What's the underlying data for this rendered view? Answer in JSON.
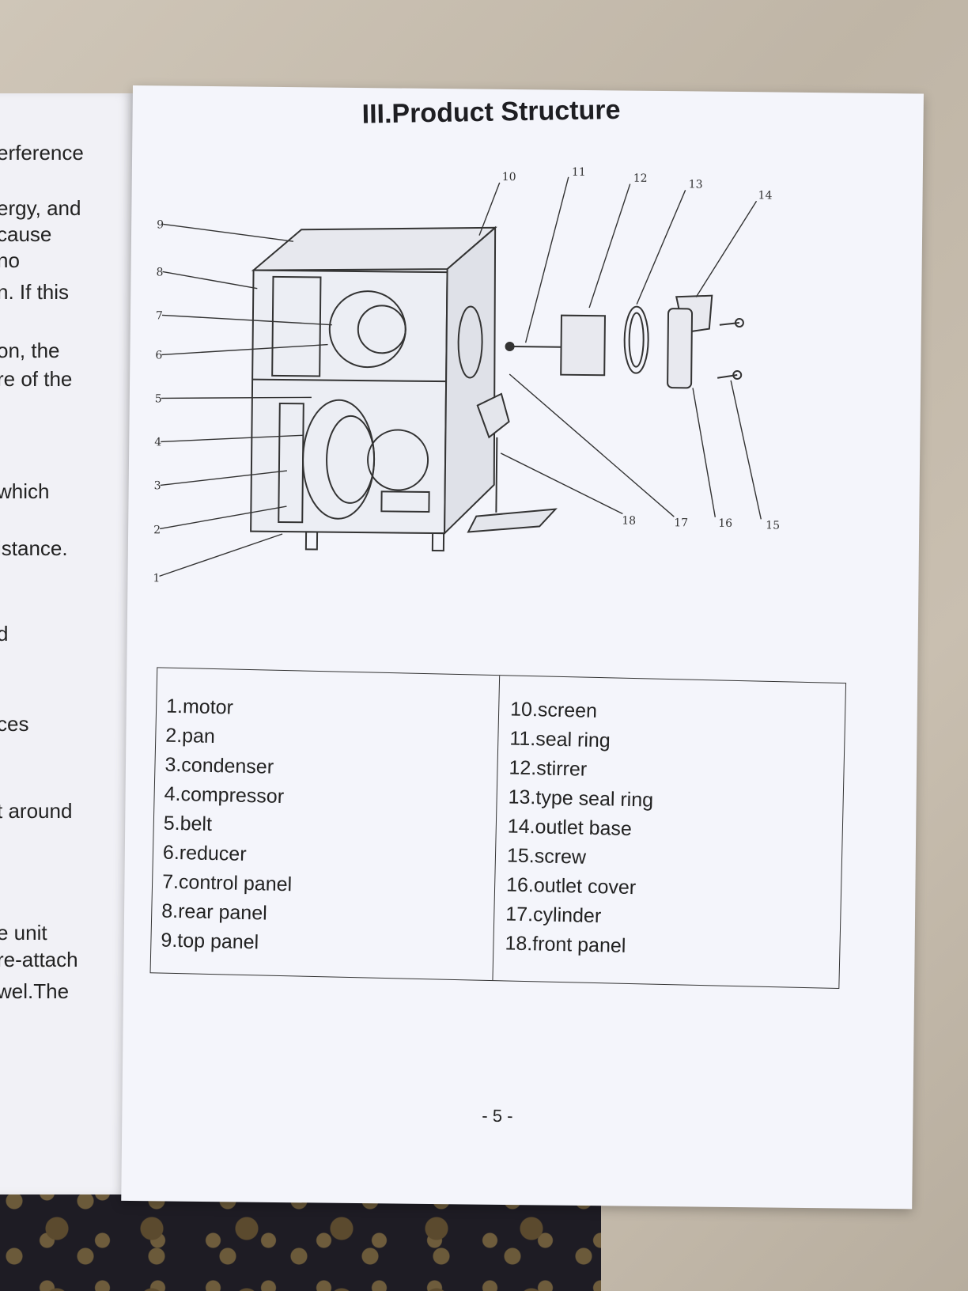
{
  "left_page": {
    "lines": [
      "erference",
      "ergy, and",
      "cause",
      "no",
      "n. If this",
      "on, the",
      "re of the",
      "which",
      "istance.",
      "d",
      "ces",
      "t around",
      "e unit",
      "re-attach",
      "wel.The"
    ]
  },
  "page": {
    "title": "III.Product Structure",
    "diagram_callouts": [
      "1",
      "2",
      "3",
      "4",
      "5",
      "6",
      "7",
      "8",
      "9",
      "10",
      "11",
      "12",
      "13",
      "14",
      "15",
      "16",
      "17",
      "18"
    ],
    "parts_left": [
      "1.motor",
      "2.pan",
      "3.condenser",
      "4.compressor",
      "5.belt",
      "6.reducer",
      "7.control panel",
      "8.rear panel",
      "9.top panel"
    ],
    "parts_right": [
      "10.screen",
      "11.seal ring",
      "12.stirrer",
      "13.type seal ring",
      "14.outlet base",
      "15.screw",
      "16.outlet cover",
      "17.cylinder",
      "18.front panel"
    ],
    "page_number": "- 5 -"
  }
}
